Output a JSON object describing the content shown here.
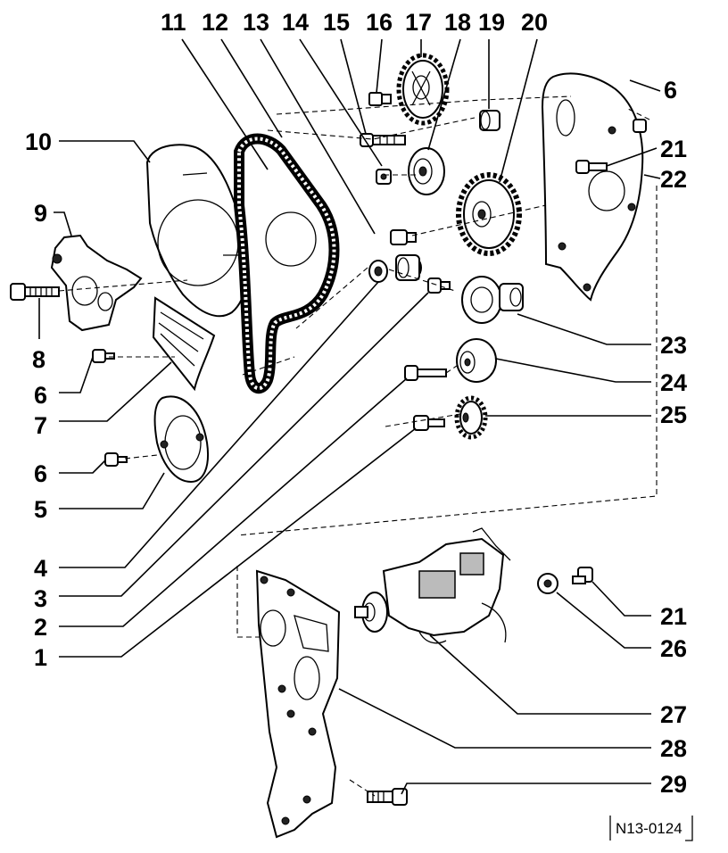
{
  "labels": [
    "1",
    "2",
    "3",
    "4",
    "5",
    "6",
    "7",
    "8",
    "9",
    "10",
    "11",
    "12",
    "13",
    "14",
    "15",
    "16",
    "17",
    "18",
    "19",
    "20",
    "21",
    "22",
    "23",
    "24",
    "25",
    "26",
    "27",
    "28",
    "29"
  ],
  "reference": "N13-0124"
}
